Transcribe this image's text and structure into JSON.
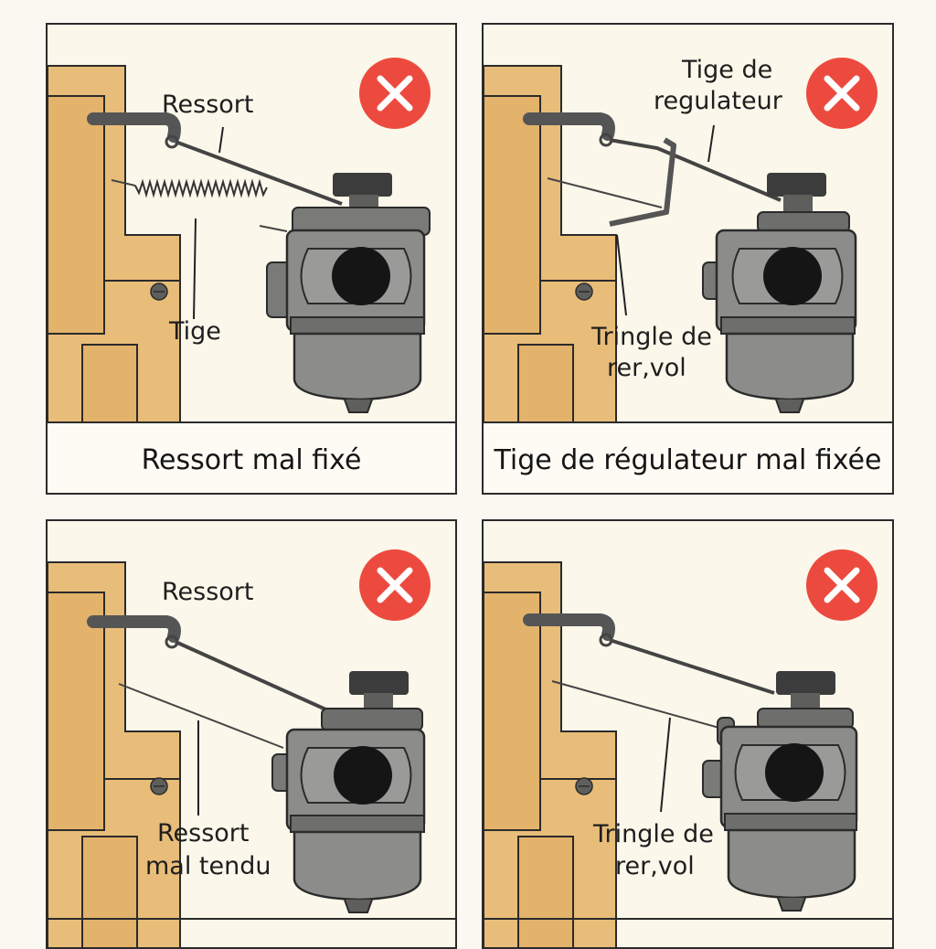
{
  "colors": {
    "wood": "#e8bd79",
    "wood_dark": "#c99a55",
    "metal": "#8c8c8a",
    "metal_dark": "#5e5e5c",
    "error_red": "#ec4a3f",
    "outline": "#2b2b2b"
  },
  "panels": [
    {
      "status_icon": "error-x-icon",
      "labels": {
        "ressort": "Ressort",
        "tige": "Tige"
      },
      "caption": "Ressort mal fixé"
    },
    {
      "status_icon": "error-x-icon",
      "labels": {
        "tige_line1": "Tige de",
        "tige_line2": "regulateur",
        "tringle_line1": "Tringle de",
        "tringle_line2": "rer,vol"
      },
      "caption": "Tige de régulateur mal fixée"
    },
    {
      "status_icon": "error-x-icon",
      "labels": {
        "ressort": "Ressort",
        "mal_line1": "Ressort",
        "mal_line2": "mal tendu"
      },
      "caption": ""
    },
    {
      "status_icon": "error-x-icon",
      "labels": {
        "tringle_line1": "Tringle de",
        "tringle_line2": "rer,vol"
      },
      "caption": ""
    }
  ]
}
